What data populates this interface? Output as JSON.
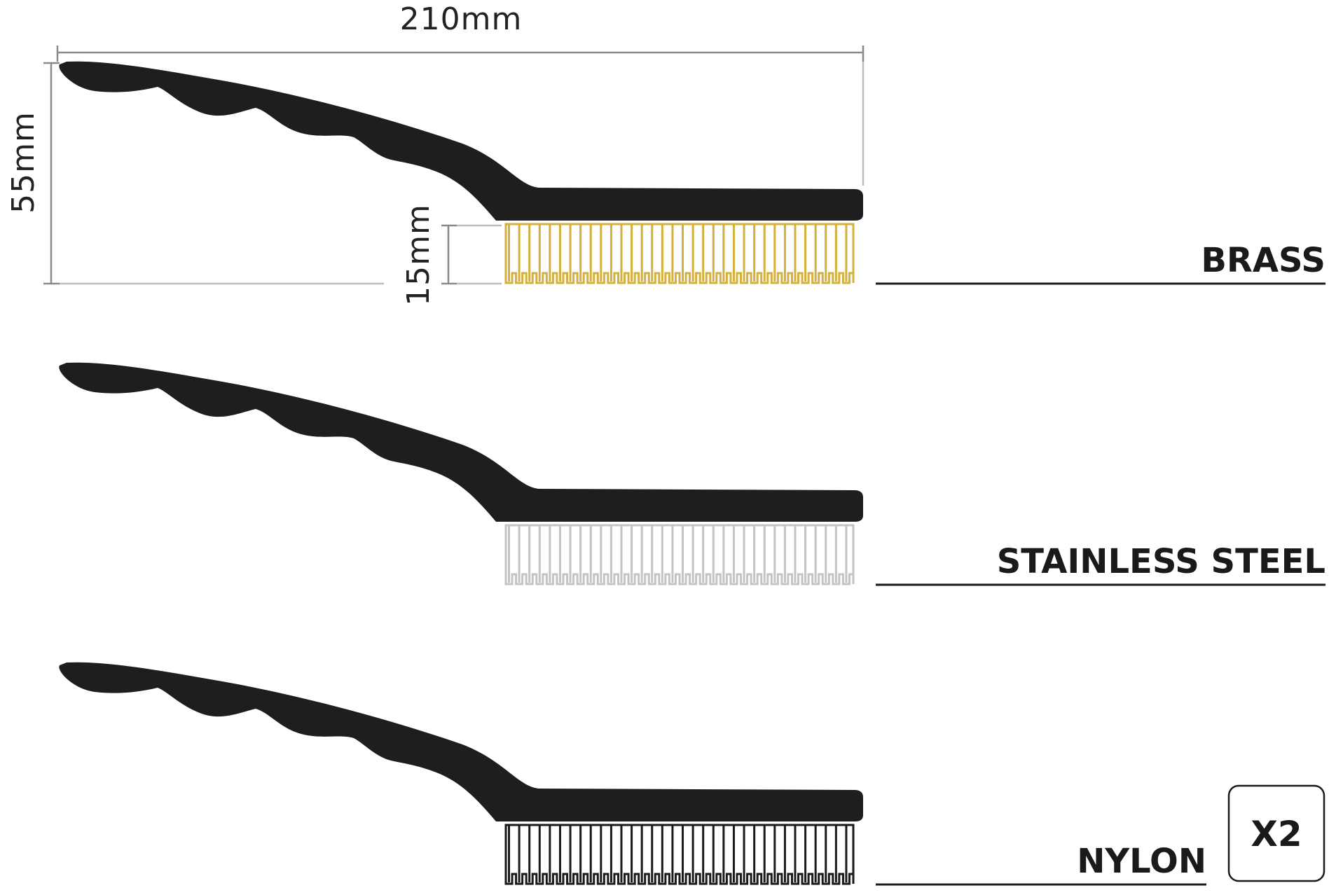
{
  "dimensions": {
    "length": "210mm",
    "height": "55mm",
    "bristle_height": "15mm"
  },
  "brushes": [
    {
      "label": "BRASS",
      "bristle_color": "#D4B03C",
      "bristle_fill": "#ffffff"
    },
    {
      "label": "STAINLESS STEEL",
      "bristle_color": "#C4C4C4",
      "bristle_fill": "#ffffff"
    },
    {
      "label": "NYLON",
      "bristle_color": "#1a1a1a",
      "bristle_fill": "#ffffff"
    }
  ],
  "quantity_badge": "X2",
  "colors": {
    "handle": "#1e1e1e",
    "text": "#1a1a1a",
    "dimension_lines": "#8a8a8a"
  }
}
